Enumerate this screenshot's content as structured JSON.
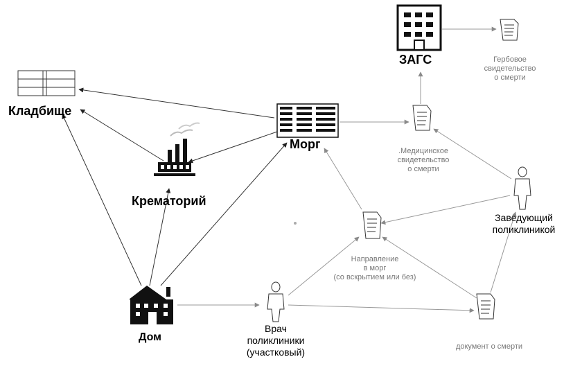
{
  "nodes": {
    "cemetery": "Кладбище",
    "crematorium": "Крематорий",
    "morgue": "Морг",
    "registry": "ЗАГС",
    "home": "Дом",
    "doctor_line1": "Врач",
    "doctor_line2": "поликлиники",
    "doctor_line3": "(участковый)",
    "head_line1": "Заведующий",
    "head_line2": "поликлиникой"
  },
  "documents": {
    "stamp_cert_line1": "Гербовое",
    "stamp_cert_line2": "свидетельство",
    "stamp_cert_line3": "о смерти",
    "med_cert_line1": ".Медицинское",
    "med_cert_line2": "свидетельство",
    "med_cert_line3": "о смерти",
    "referral_line1": "Направление",
    "referral_line2": "в морг",
    "referral_line3": "(со вскрытием или без)",
    "death_doc": "документ о смерти"
  }
}
